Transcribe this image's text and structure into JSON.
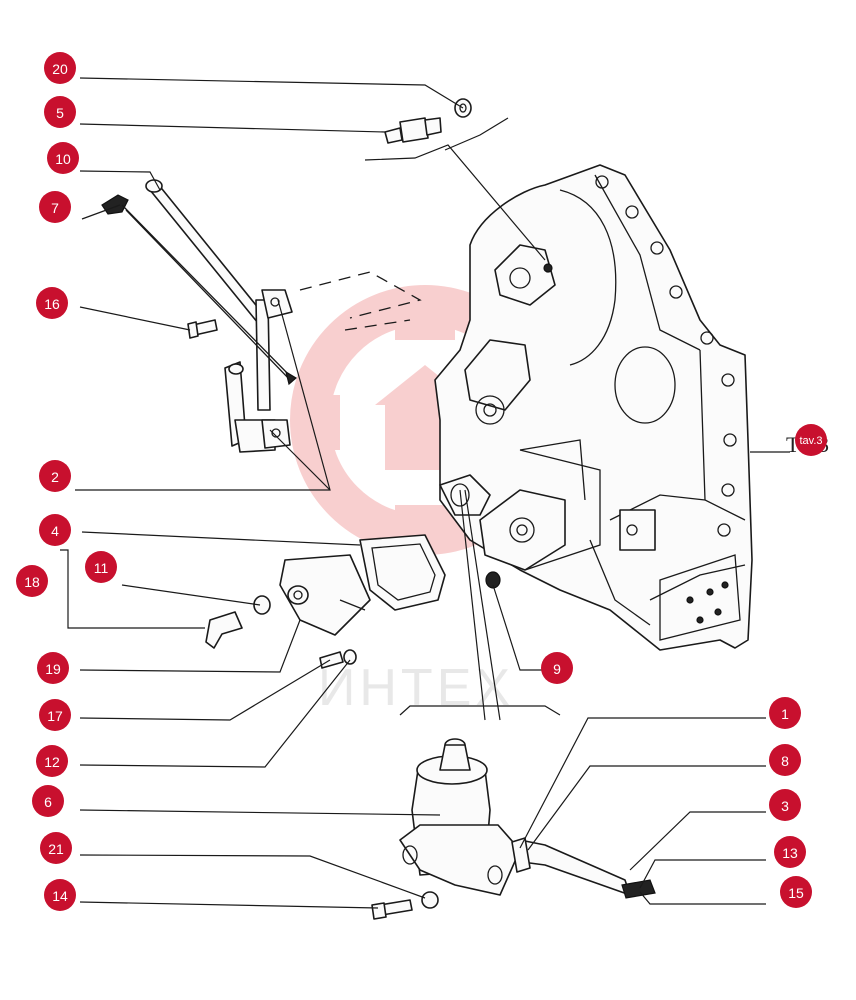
{
  "watermark": {
    "text": "ИНТЕХ",
    "logo_color": "#f3a8a8"
  },
  "badge_color": "#c8102e",
  "corner_label_text": "T",
  "corner_label_digit": "3",
  "corner_badge_text": "tav.3",
  "callouts": [
    "20",
    "5",
    "10",
    "7",
    "16",
    "2",
    "4",
    "18",
    "11",
    "19",
    "17",
    "12",
    "6",
    "21",
    "14",
    "9",
    "1",
    "8",
    "3",
    "13",
    "15"
  ]
}
